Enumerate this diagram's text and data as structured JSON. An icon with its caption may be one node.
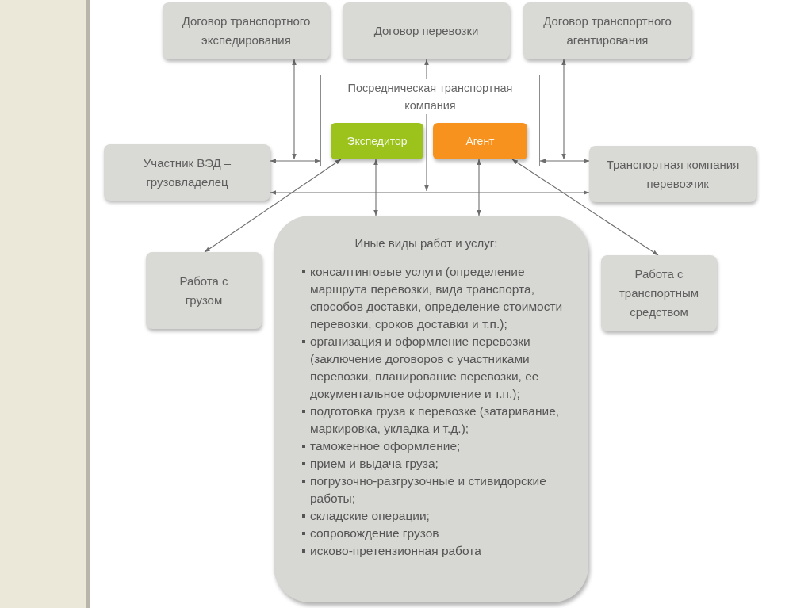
{
  "diagram": {
    "nodes": [
      {
        "text": [
          "Договор транспортного экспедирования"
        ]
      },
      {
        "text": [
          "Договор перевозки"
        ]
      },
      {
        "text": [
          "Договор транспортного агентирования"
        ]
      },
      {
        "text": [
          "Посредническая транспортная компания"
        ]
      },
      {
        "text": [
          "Экспедитор"
        ],
        "in": 3
      },
      {
        "text": [
          "Агент"
        ],
        "in": 3
      },
      {
        "text": [
          "Участник ВЭД – грузовладелец"
        ]
      },
      {
        "text": [
          "Транспортная компания – перевозчик"
        ]
      },
      {
        "text": [
          "Работа с грузом"
        ]
      },
      {
        "text": [
          "Иные виды работ и услуг:",
          "консалтинговые услуги (определение маршрута перевозки, вида транспорта, способов доставки, определение стоимости перевозки, сроков доставки и т.п.);",
          "организация и оформление перевозки (заключение договоров с участниками перевозки, планирование перевозки, ее документальное оформление и т.п.);",
          "подготовка груза к перевозке (затаривание, маркировка, укладка и т.д.);",
          "таможенное оформление;",
          "прием и выдача груза;",
          "погрузочно-разгрузочные и стивидорские работы;",
          "складские операции;",
          "сопровождение грузов",
          "исково-претензионная работа"
        ]
      },
      {
        "text": [
          "Работа с транспортным средством"
        ]
      }
    ],
    "edges": [
      {
        "from": 6,
        "to": 3,
        "arrow": "both"
      },
      {
        "from": 3,
        "to": 7,
        "arrow": "both"
      },
      {
        "from": 0,
        "to": null,
        "arrow": "both"
      },
      {
        "from": 2,
        "to": null,
        "arrow": "both"
      },
      {
        "from": 1,
        "to": null,
        "arrow": "both"
      },
      {
        "from": 6,
        "to": 7,
        "arrow": "both"
      },
      {
        "from": 4,
        "to": 9,
        "arrow": "both"
      },
      {
        "from": 5,
        "to": 9,
        "arrow": "both"
      },
      {
        "from": 4,
        "to": 8,
        "arrow": "both"
      },
      {
        "from": 5,
        "to": 10,
        "arrow": "both"
      }
    ]
  }
}
